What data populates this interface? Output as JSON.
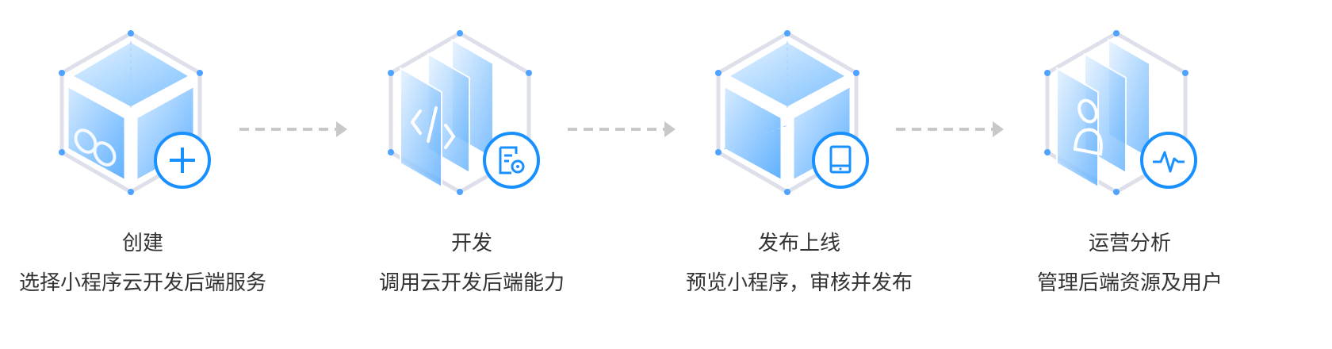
{
  "steps": [
    {
      "title": "创建",
      "desc": "选择小程序云开发后端服务",
      "icon": "plus-icon",
      "art": "cube-infinity"
    },
    {
      "title": "开发",
      "desc": "调用云开发后端能力",
      "icon": "document-gear-icon",
      "art": "layers-code"
    },
    {
      "title": "发布上线",
      "desc": "预览小程序，审核并发布",
      "icon": "tablet-icon",
      "art": "cube"
    },
    {
      "title": "运营分析",
      "desc": "管理后端资源及用户",
      "icon": "pulse-icon",
      "art": "layers-user"
    }
  ],
  "colors": {
    "accent": "#1890ff",
    "hex_line": "#dde0ea",
    "dot": "#4da3ff",
    "arrow": "#c8c8c8",
    "text": "#333333"
  }
}
